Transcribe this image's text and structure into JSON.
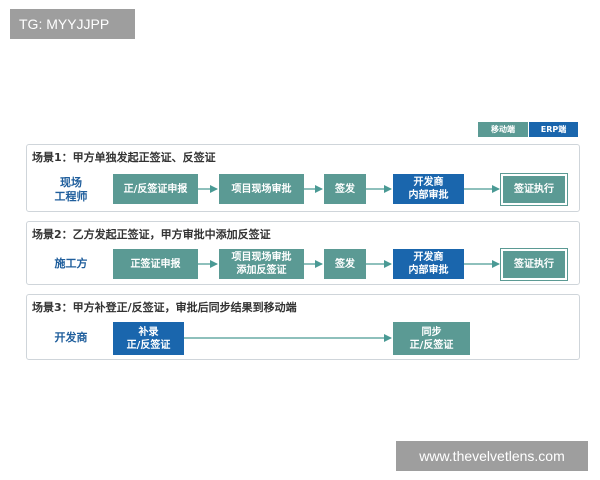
{
  "watermarks": {
    "top_left": "TG: MYYJJPP",
    "bottom_right": "www.thevelvetlens.com"
  },
  "legend": {
    "mobile": "移动端",
    "erp": "ERP端"
  },
  "colors": {
    "mobile": "#5b9a94",
    "erp": "#1a66ad",
    "arrow": "#4a9a95",
    "border": "#cfd5da"
  },
  "scenes": [
    {
      "title": "场景1：甲方单独发起正签证、反签证",
      "actor": [
        "现场",
        "工程师"
      ],
      "steps": [
        {
          "lines": [
            "正/反签证申报"
          ],
          "kind": "mobile"
        },
        {
          "lines": [
            "项目现场审批"
          ],
          "kind": "mobile"
        },
        {
          "lines": [
            "签发"
          ],
          "kind": "mobile"
        },
        {
          "lines": [
            "开发商",
            "内部审批"
          ],
          "kind": "erp"
        },
        {
          "lines": [
            "签证执行"
          ],
          "kind": "mobile-outlined"
        }
      ]
    },
    {
      "title": "场景2：乙方发起正签证，甲方审批中添加反签证",
      "actor": [
        "施工方"
      ],
      "steps": [
        {
          "lines": [
            "正签证申报"
          ],
          "kind": "mobile"
        },
        {
          "lines": [
            "项目现场审批",
            "添加反签证"
          ],
          "kind": "mobile"
        },
        {
          "lines": [
            "签发"
          ],
          "kind": "mobile"
        },
        {
          "lines": [
            "开发商",
            "内部审批"
          ],
          "kind": "erp"
        },
        {
          "lines": [
            "签证执行"
          ],
          "kind": "mobile-outlined"
        }
      ]
    },
    {
      "title": "场景3：甲方补登正/反签证，审批后同步结果到移动端",
      "actor": [
        "开发商"
      ],
      "steps": [
        {
          "lines": [
            "补录",
            "正/反签证"
          ],
          "kind": "erp"
        },
        {
          "lines": [
            "同步",
            "正/反签证"
          ],
          "kind": "mobile"
        }
      ]
    }
  ]
}
